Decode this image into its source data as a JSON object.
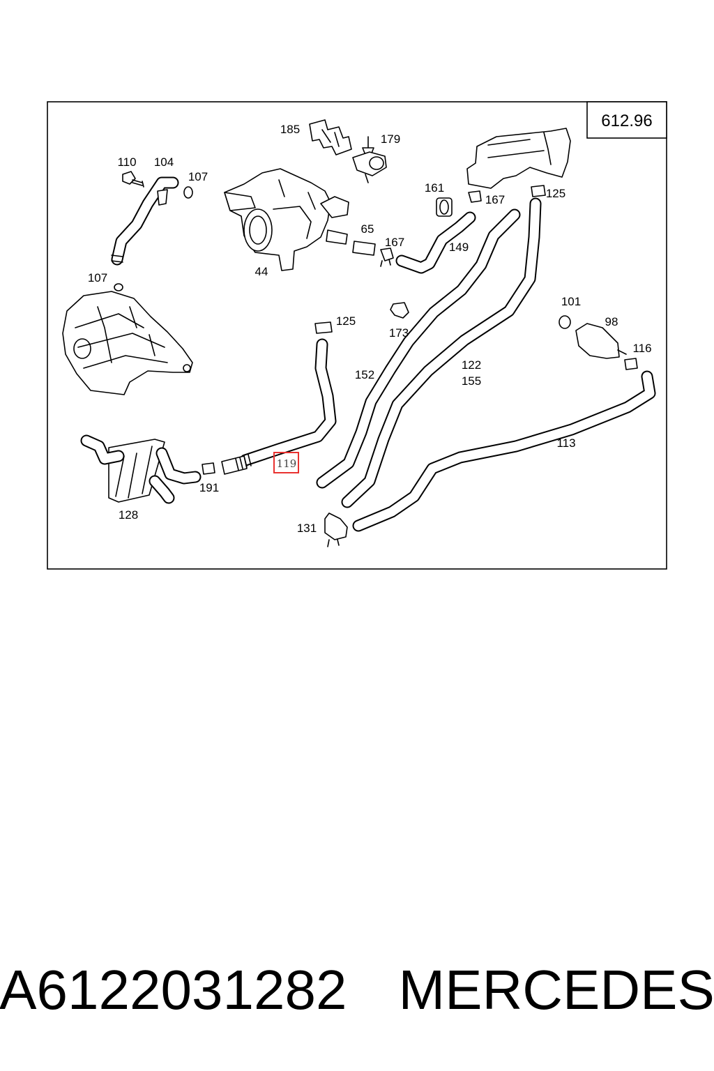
{
  "diagram": {
    "code": "612.96",
    "highlighted_label": "119",
    "labels": {
      "l185": "185",
      "l179": "179",
      "l110": "110",
      "l104": "104",
      "l107a": "107",
      "l161": "161",
      "l167a": "167",
      "l125a": "125",
      "l65": "65",
      "l167b": "167",
      "l149": "149",
      "l44": "44",
      "l107b": "107",
      "l125b": "125",
      "l173": "173",
      "l101": "101",
      "l98": "98",
      "l116": "116",
      "l152": "152",
      "l122": "122",
      "l155": "155",
      "l113": "113",
      "l191": "191",
      "l128": "128",
      "l131": "131"
    }
  },
  "footer": {
    "part_number": "A6122031282",
    "brand": "MERCEDES"
  }
}
